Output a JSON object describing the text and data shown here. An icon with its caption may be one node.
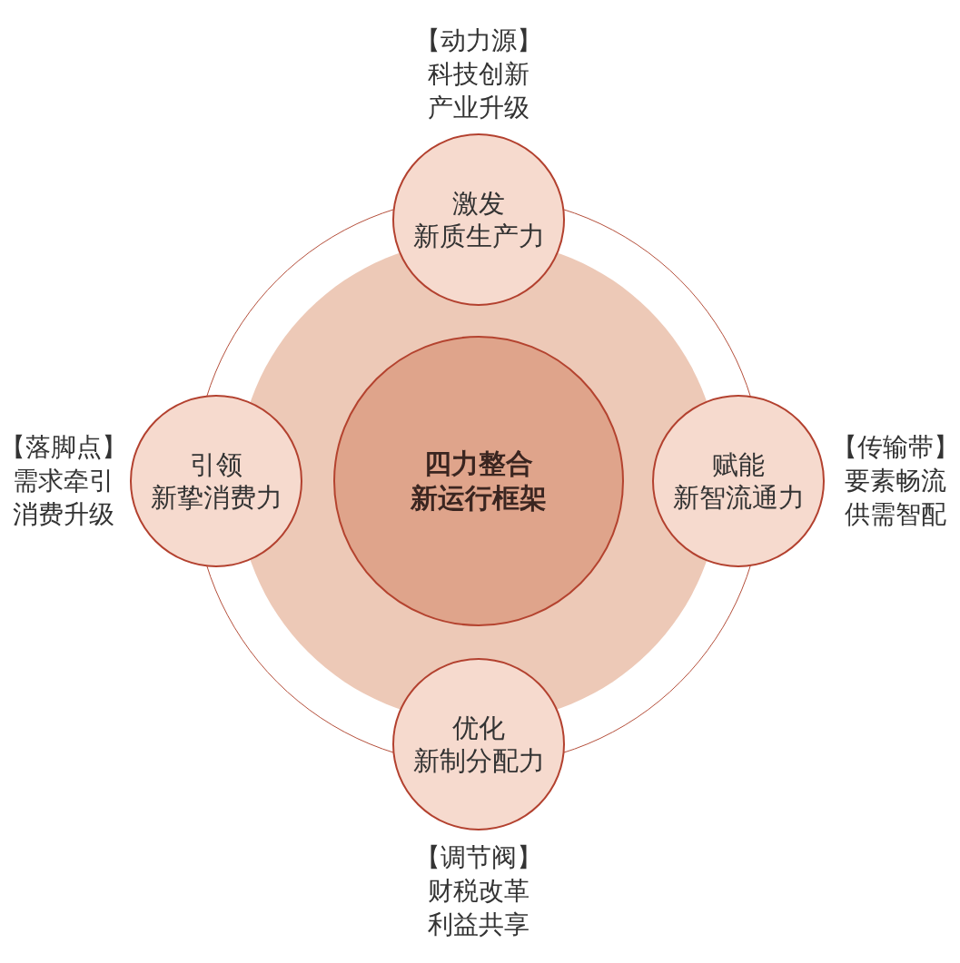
{
  "diagram": {
    "nodes": [
      {
        "text": [],
        "shape": "circle"
      },
      {
        "text": [],
        "shape": "circle",
        "in": 0
      },
      {
        "text": [
          "四力整合",
          "新运行框架"
        ],
        "in": 1
      },
      {
        "text": [
          "激发",
          "新质生产力"
        ],
        "beside": [
          "【动力源】",
          "科技创新",
          "产业升级"
        ]
      },
      {
        "text": [
          "引领",
          "新挚消费力"
        ],
        "beside": [
          "【落脚点】",
          "需求牵引",
          "消费升级"
        ]
      },
      {
        "text": [
          "赋能",
          "新智流通力"
        ],
        "beside": [
          "【传输带】",
          "要素畅流",
          "供需智配"
        ]
      },
      {
        "text": [
          "优化",
          "新制分配力"
        ],
        "beside": [
          "【调节阀】",
          "财税改革",
          "利益共享"
        ]
      }
    ]
  }
}
